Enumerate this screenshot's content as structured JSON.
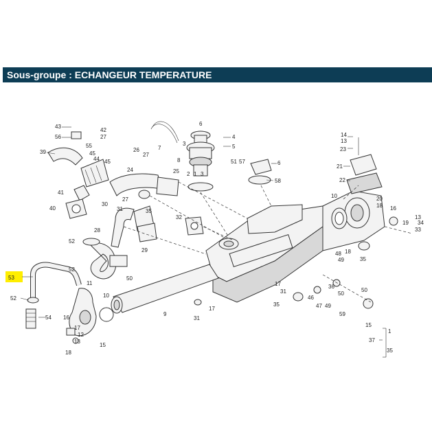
{
  "header": {
    "title": "Sous-groupe : ECHANGEUR TEMPERATURE"
  },
  "highlight_color": "#ffee00",
  "title_bar_color": "#0d3d55",
  "callouts": {
    "c1": "1",
    "c2": "2",
    "c3": "3",
    "c4": "4",
    "c5": "5",
    "c6": "6",
    "c7": "7",
    "c8": "8",
    "c9": "9",
    "c10": "10",
    "c11": "11",
    "c12": "12",
    "c13": "13",
    "c14": "14",
    "c15": "15",
    "c16": "16",
    "c17": "17",
    "c18": "18",
    "c19": "19",
    "c20": "20",
    "c21": "21",
    "c22": "22",
    "c23": "23",
    "c24": "24",
    "c25": "25",
    "c26": "26",
    "c27": "27",
    "c28": "28",
    "c29": "29",
    "c30": "30",
    "c31": "31",
    "c32": "32",
    "c33": "33",
    "c34": "34",
    "c35": "35",
    "c36": "36",
    "c37": "37",
    "c39": "39",
    "c40": "40",
    "c41": "41",
    "c42": "42",
    "c43": "43",
    "c44": "44",
    "c45": "45",
    "c46": "46",
    "c47": "47",
    "c48": "48",
    "c49": "49",
    "c50": "50",
    "c51": "51",
    "c52": "52",
    "c53": "53",
    "c54": "54",
    "c55": "55",
    "c56": "56",
    "c57": "57",
    "c58": "58",
    "c59": "59"
  },
  "highlighted_callout": "53"
}
